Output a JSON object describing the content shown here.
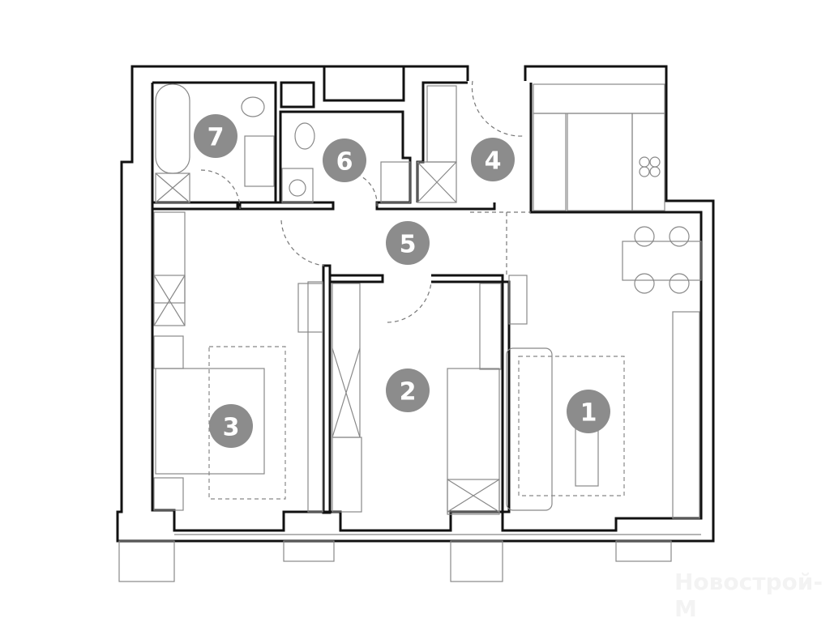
{
  "rooms": [
    {
      "label": "1"
    },
    {
      "label": "2"
    },
    {
      "label": "3"
    },
    {
      "label": "4"
    },
    {
      "label": "5"
    },
    {
      "label": "6"
    },
    {
      "label": "7"
    }
  ],
  "watermark": "Новострой-М",
  "colors": {
    "wall": "#111111",
    "badge": "#8c8c8c",
    "furniture": "#888888"
  }
}
